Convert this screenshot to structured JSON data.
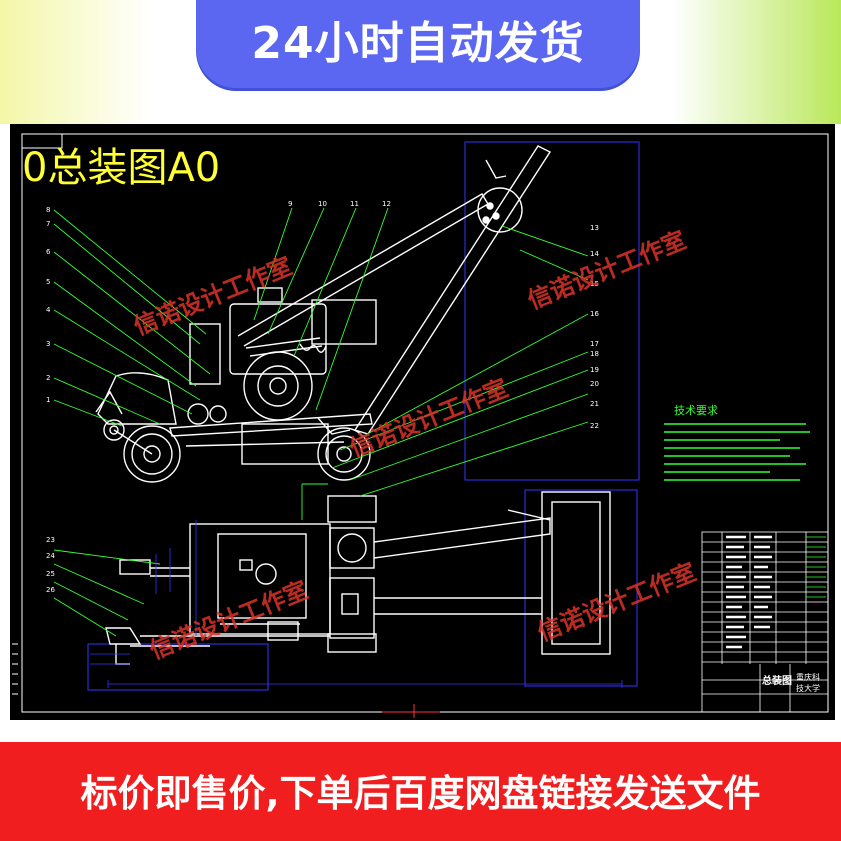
{
  "top_banner": {
    "text": "24小时自动发货"
  },
  "drawing": {
    "title": "0总装图A0",
    "tech_requirements_title": "技术要求",
    "part_numbers_top": [
      "8",
      "7",
      "6",
      "5",
      "4",
      "3",
      "2",
      "1",
      "9",
      "10",
      "11",
      "12",
      "13",
      "14",
      "15",
      "16",
      "17",
      "18",
      "19",
      "20",
      "21",
      "22"
    ],
    "part_numbers_bottom": [
      "23",
      "24",
      "25",
      "26"
    ],
    "title_block": {
      "drawing_name": "总装图",
      "school": "重庆科技大学"
    }
  },
  "watermark": {
    "text": "信诺设计工作室"
  },
  "bottom_banner": {
    "text": "标价即售价,下单后百度网盘链接发送文件"
  },
  "colors": {
    "banner_blue": "#5b67f0",
    "banner_red": "#f01e1e",
    "cad_background": "#000000",
    "title_yellow": "#ffff33",
    "leader_green": "#33ff33",
    "outline_blue": "#3333ff",
    "watermark_red": "#dc3228"
  }
}
